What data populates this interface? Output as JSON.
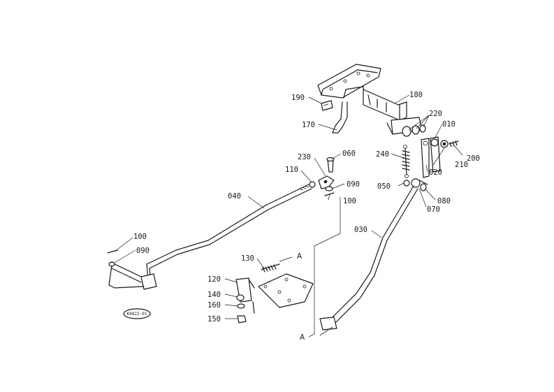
{
  "callouts": [
    {
      "id": "p190",
      "text": "190"
    },
    {
      "id": "p180",
      "text": "180"
    },
    {
      "id": "p220",
      "text": "220"
    },
    {
      "id": "p170",
      "text": "170"
    },
    {
      "id": "p010",
      "text": "010"
    },
    {
      "id": "p200",
      "text": "200"
    },
    {
      "id": "p210",
      "text": "210"
    },
    {
      "id": "p020",
      "text": "020"
    },
    {
      "id": "p240",
      "text": "240"
    },
    {
      "id": "p230",
      "text": "230"
    },
    {
      "id": "p060",
      "text": "060"
    },
    {
      "id": "p110",
      "text": "110"
    },
    {
      "id": "p090a",
      "text": "090"
    },
    {
      "id": "p100a",
      "text": "100"
    },
    {
      "id": "p050",
      "text": "050"
    },
    {
      "id": "p080",
      "text": "080"
    },
    {
      "id": "p070",
      "text": "070"
    },
    {
      "id": "p040",
      "text": "040"
    },
    {
      "id": "p030",
      "text": "030"
    },
    {
      "id": "p100b",
      "text": "100"
    },
    {
      "id": "p090b",
      "text": "090"
    },
    {
      "id": "p130",
      "text": "130"
    },
    {
      "id": "p120",
      "text": "120"
    },
    {
      "id": "p140",
      "text": "140"
    },
    {
      "id": "p160",
      "text": "160"
    },
    {
      "id": "p150",
      "text": "150"
    }
  ],
  "markers": {
    "a_top": "A",
    "a_bottom": "A"
  },
  "drawing_code": "K0822-01"
}
